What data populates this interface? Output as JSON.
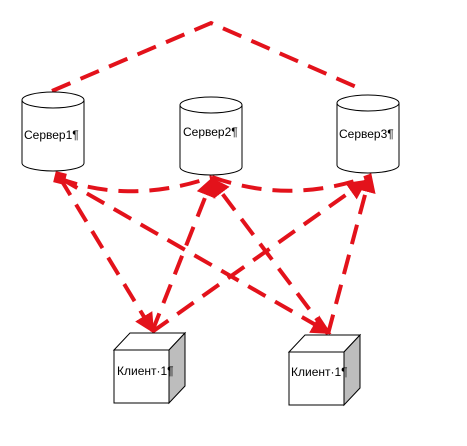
{
  "servers": [
    {
      "label": "Сервер1",
      "mark": "¶"
    },
    {
      "label": "Сервер2",
      "mark": "¶"
    },
    {
      "label": "Сервер3",
      "mark": "¶"
    }
  ],
  "clients": [
    {
      "label": "Клиент·1",
      "mark": "¶"
    },
    {
      "label": "Клиент·1",
      "mark": "¶"
    }
  ],
  "colors": {
    "connection_line": "#e3121b",
    "outline": "#000000",
    "cube_shadow": "#bdbdbd"
  }
}
